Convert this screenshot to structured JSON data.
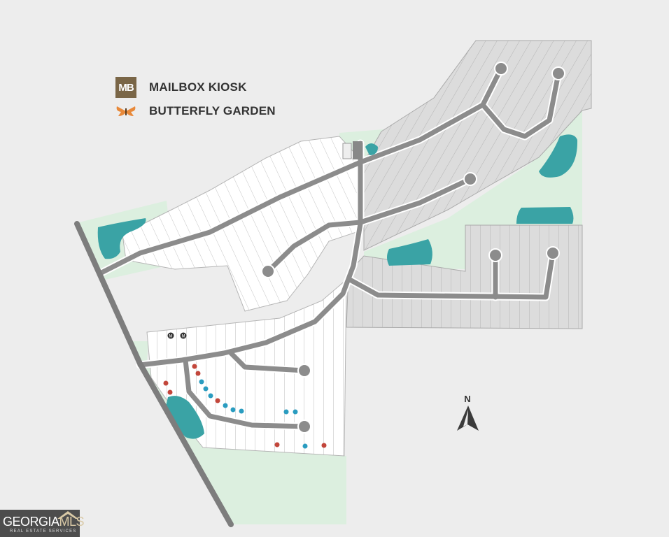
{
  "legend": {
    "items": [
      {
        "badge": "MB",
        "label": "MAILBOX KIOSK",
        "icon": "mailbox-kiosk-badge",
        "color": "#7a6647"
      },
      {
        "label": "BUTTERFLY GARDEN",
        "icon": "butterfly-icon",
        "color": "#e8893a"
      }
    ]
  },
  "compass": {
    "label": "N"
  },
  "logo": {
    "name_part1": "GEORGIA",
    "name_part2": "MLS",
    "tagline": "REAL ESTATE SERVICES"
  },
  "mailbox_markers": [
    "M",
    "M"
  ],
  "colors": {
    "background": "#ededed",
    "green_space": "#dcefdf",
    "pond": "#3aa3a5",
    "road": "#8c8c8c",
    "available_lot": "#ffffff",
    "future_lot": "#dcdcdc",
    "lot_marker_red": "#c2463b",
    "lot_marker_blue": "#2a9cc0"
  }
}
